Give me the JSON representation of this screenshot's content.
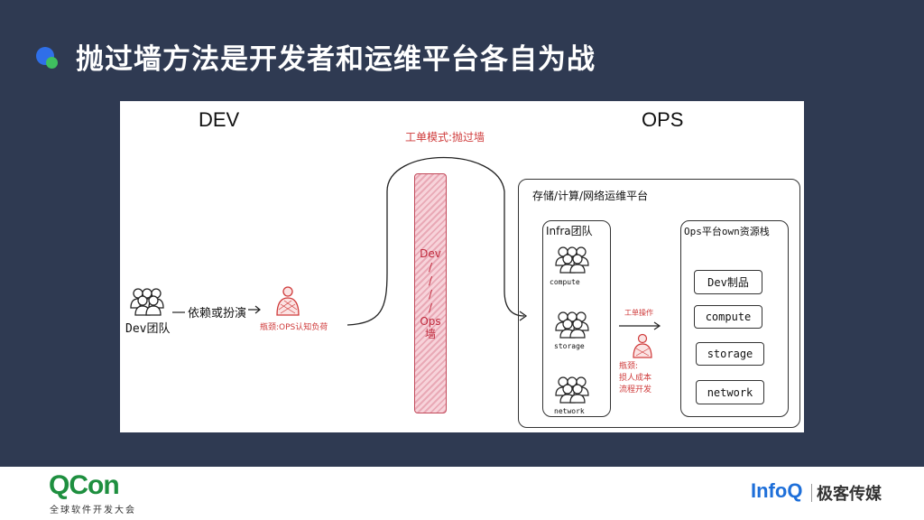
{
  "slide": {
    "title": "抛过墙方法是开发者和运维平台各自为战"
  },
  "diagram": {
    "dev_title": "DEV",
    "ops_title": "OPS",
    "dev_team": "Dev团队",
    "dependency_label": "依赖或扮演",
    "bottleneck_ops": "瓶颈:OPS认知负荷",
    "ticket_mode": "工单模式:抛过墙",
    "wall_top": "Dev",
    "wall_slashes": [
      "/",
      "/",
      "/",
      "/"
    ],
    "wall_bottom": "Ops",
    "wall_label": "墙",
    "ops_platform": "存储/计算/网络运维平台",
    "infra_team": "Infra团队",
    "infra_groups": [
      "compute",
      "storage",
      "network"
    ],
    "ticket_op": "工单操作",
    "bottleneck_labor_title": "瓶颈:",
    "bottleneck_labor_lines": [
      "损人成本",
      "流程开发"
    ],
    "ops_stack": "Ops平台own资源栈",
    "stack_items": [
      "Dev制品",
      "compute",
      "storage",
      "network"
    ]
  },
  "footer": {
    "qcon_logo": "QCon",
    "qcon_sub": "全球软件开发大会",
    "infoq_logo": "InfoQ",
    "infoq_media": "极客传媒"
  },
  "colors": {
    "background": "#2f3a52",
    "accent_red": "#cf3a3a",
    "qcon_green": "#1e8f3f",
    "infoq_blue": "#1e6fd9"
  }
}
